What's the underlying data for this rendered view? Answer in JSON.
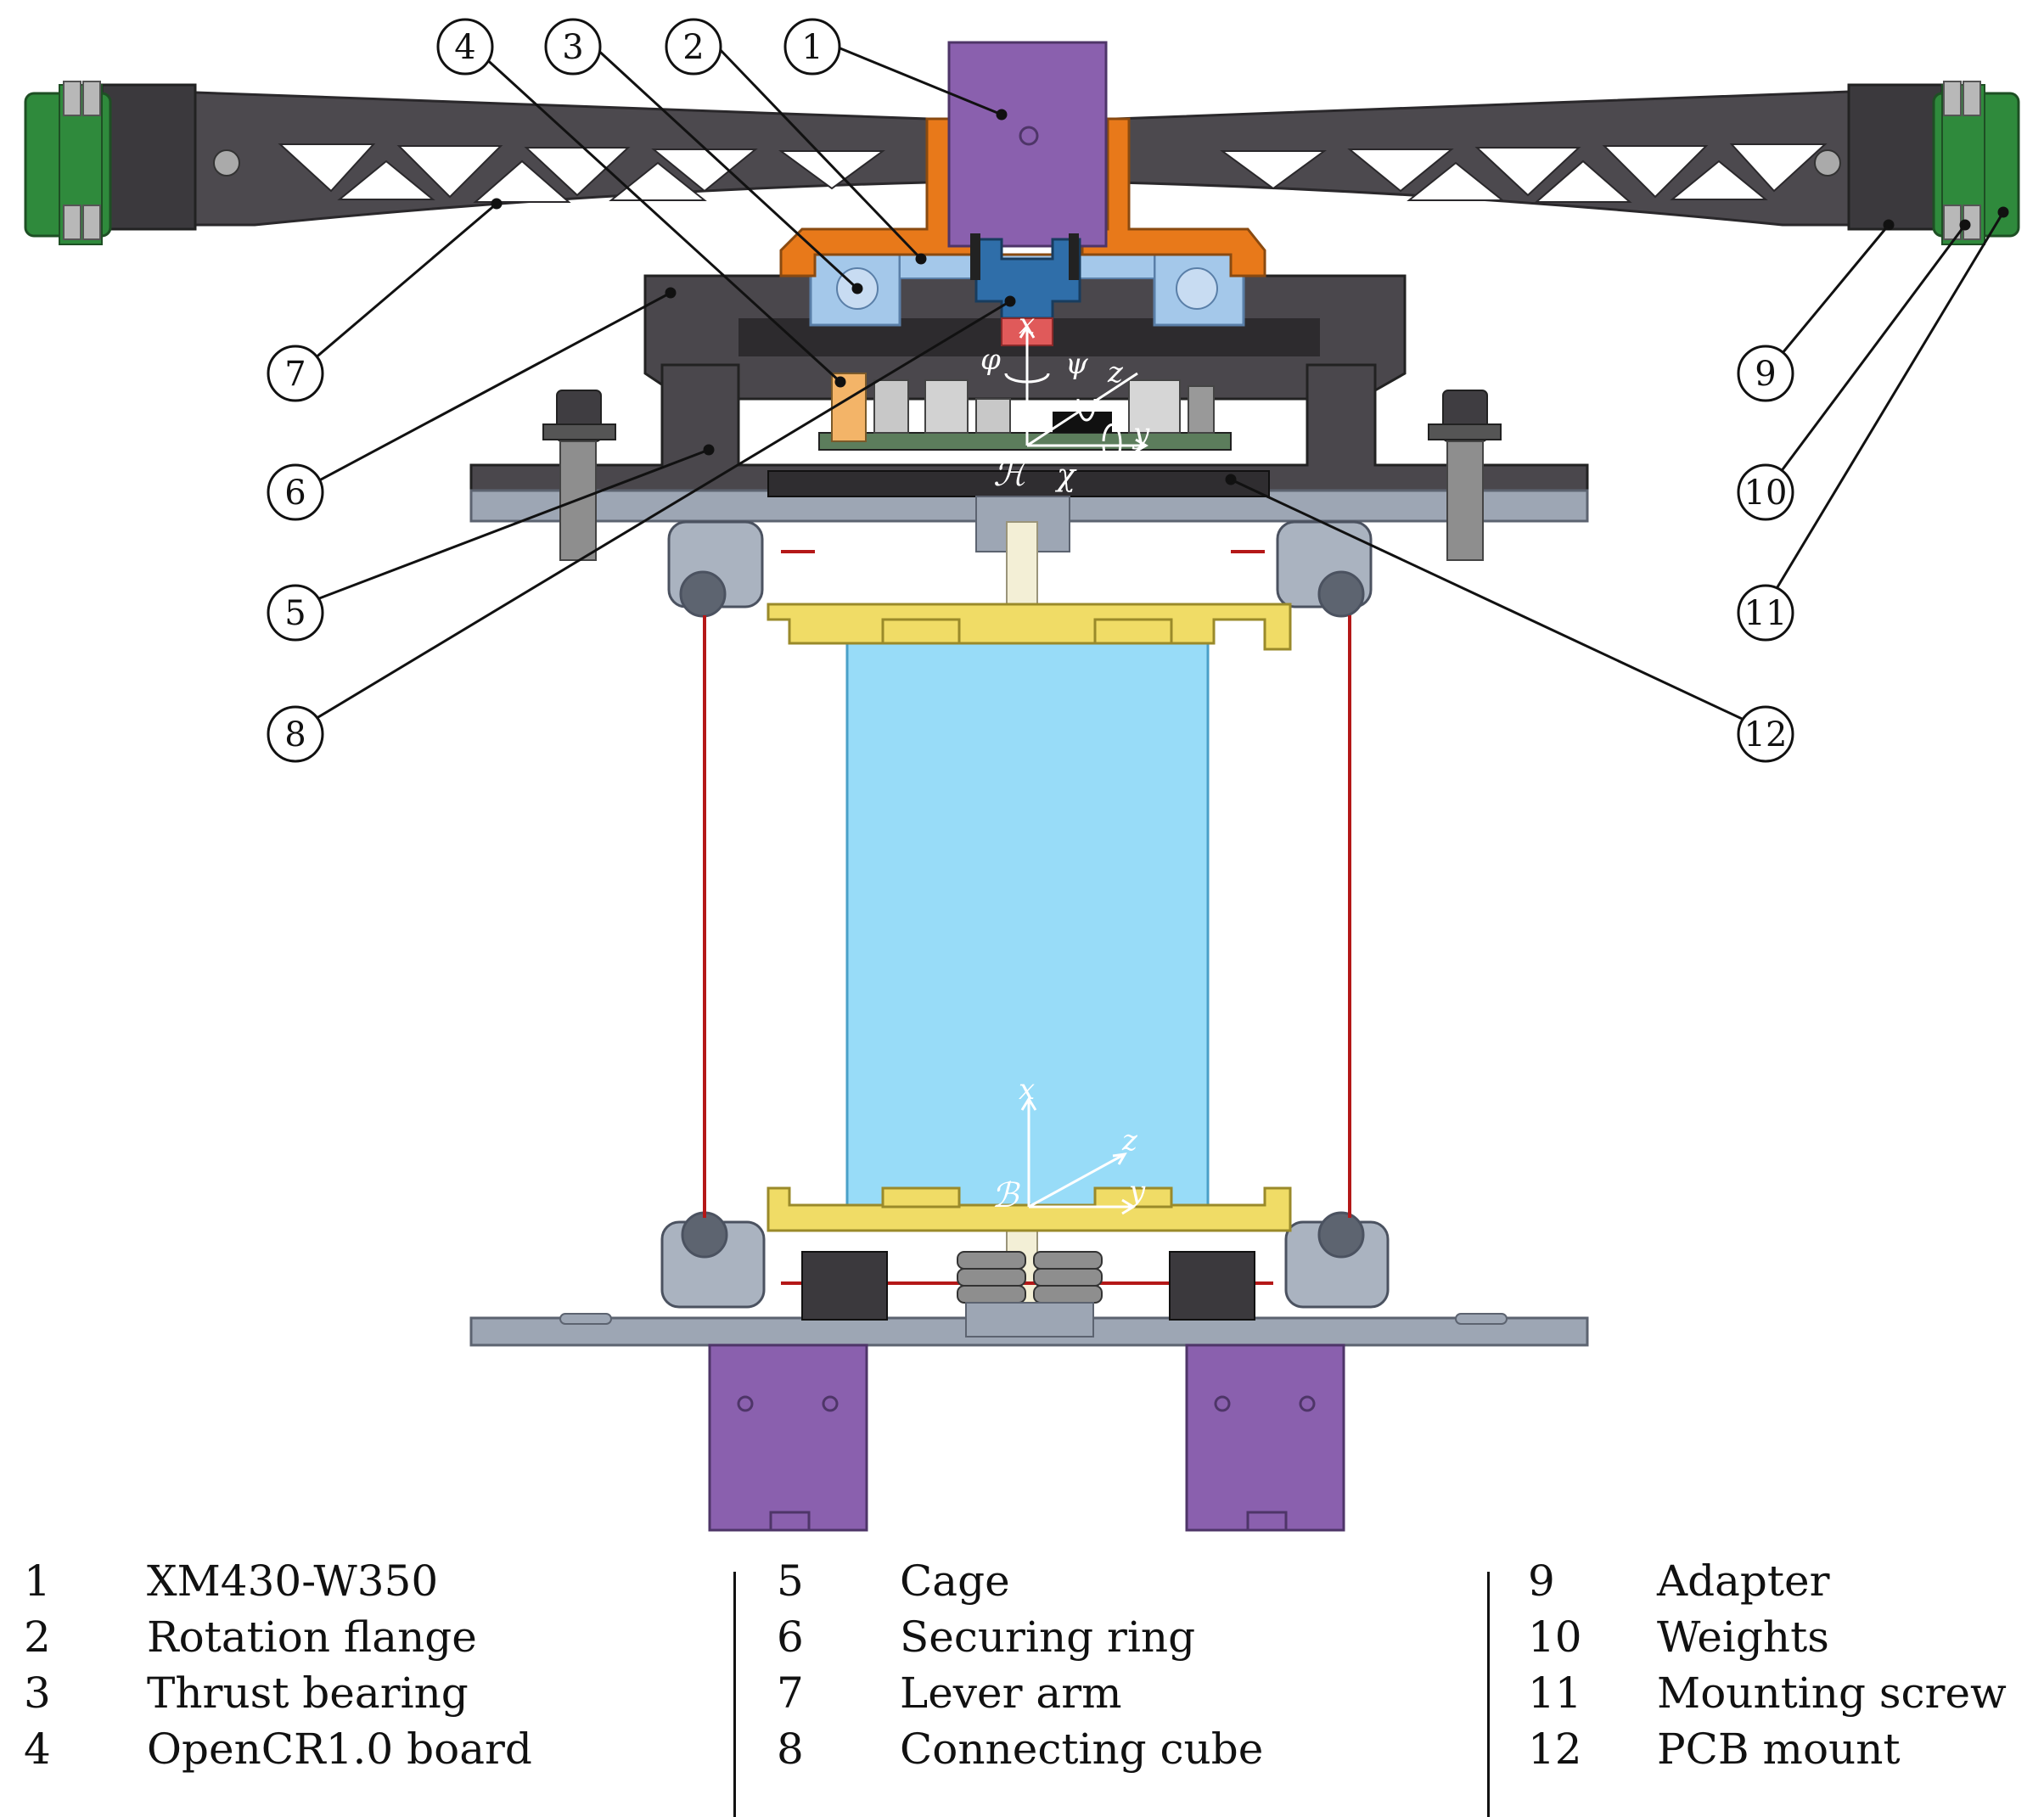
{
  "diagram": {
    "callouts": [
      {
        "id": "1",
        "label": "1"
      },
      {
        "id": "2",
        "label": "2"
      },
      {
        "id": "3",
        "label": "3"
      },
      {
        "id": "4",
        "label": "4"
      },
      {
        "id": "5",
        "label": "5"
      },
      {
        "id": "6",
        "label": "6"
      },
      {
        "id": "7",
        "label": "7"
      },
      {
        "id": "8",
        "label": "8"
      },
      {
        "id": "9",
        "label": "9"
      },
      {
        "id": "10",
        "label": "10"
      },
      {
        "id": "11",
        "label": "11"
      },
      {
        "id": "12",
        "label": "12"
      }
    ],
    "frames": {
      "top": {
        "origin": "ℋ",
        "x": "x",
        "y": "y",
        "z": "z",
        "phi": "φ",
        "psi": "ψ",
        "chi": "χ"
      },
      "bottom": {
        "origin": "ℬ",
        "x": "x",
        "y": "y",
        "z": "z"
      }
    },
    "colors": {
      "motor": "#8a60ae",
      "flange": "#e8791a",
      "bearing": "#a4c8ea",
      "dark_metal": "#4a474c",
      "weights": "#2f8a3c",
      "cage_plate": "#9da6b4",
      "pcb_mount": "#f0dc66",
      "cylinder": "#98dcf8",
      "wire": "#b41818",
      "cube": "#2f6ea9",
      "cube_tip": "#e05a5a"
    }
  },
  "legend": {
    "columns": [
      [
        {
          "num": "1",
          "name": "XM430-W350"
        },
        {
          "num": "2",
          "name": "Rotation flange"
        },
        {
          "num": "3",
          "name": "Thrust bearing"
        },
        {
          "num": "4",
          "name": "OpenCR1.0 board"
        }
      ],
      [
        {
          "num": "5",
          "name": "Cage"
        },
        {
          "num": "6",
          "name": "Securing ring"
        },
        {
          "num": "7",
          "name": "Lever arm"
        },
        {
          "num": "8",
          "name": "Connecting cube"
        }
      ],
      [
        {
          "num": "9",
          "name": "Adapter"
        },
        {
          "num": "10",
          "name": "Weights"
        },
        {
          "num": "11",
          "name": "Mounting screw"
        },
        {
          "num": "12",
          "name": "PCB mount"
        }
      ]
    ]
  }
}
